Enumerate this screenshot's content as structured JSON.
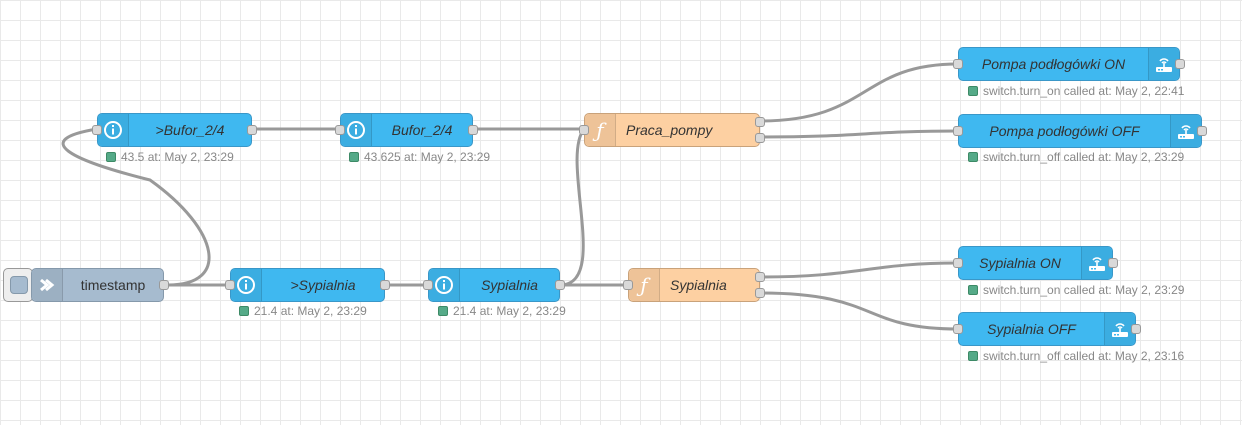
{
  "nodes": {
    "timestamp": {
      "label": "timestamp",
      "icon": "arrow-right-icon"
    },
    "bufor_gt": {
      "label": ">Bufor_2/4",
      "icon": "info-icon",
      "status": "43.5 at: May 2, 23:29"
    },
    "bufor": {
      "label": "Bufor_2/4",
      "icon": "info-icon",
      "status": "43.625 at: May 2, 23:29"
    },
    "praca_pompy": {
      "label": "Praca_pompy",
      "icon": "function-icon"
    },
    "pompa_on": {
      "label": "Pompa podłogówki ON",
      "icon": "router-icon",
      "status": "switch.turn_on called at: May 2, 22:41"
    },
    "pompa_off": {
      "label": "Pompa podłogówki OFF",
      "icon": "router-icon",
      "status": "switch.turn_off called at: May 2, 23:29"
    },
    "sypialnia_gt": {
      "label": ">Sypialnia",
      "icon": "info-icon",
      "status": "21.4 at: May 2, 23:29"
    },
    "sypialnia": {
      "label": "Sypialnia",
      "icon": "info-icon",
      "status": "21.4 at: May 2, 23:29"
    },
    "sypialnia_fn": {
      "label": "Sypialnia",
      "icon": "function-icon"
    },
    "sypialnia_on": {
      "label": "Sypialnia ON",
      "icon": "router-icon",
      "status": "switch.turn_on called at: May 2, 23:29"
    },
    "sypialnia_off": {
      "label": "Sypialnia OFF",
      "icon": "router-icon",
      "status": "switch.turn_off called at: May 2, 23:16"
    }
  },
  "colors": {
    "home_assistant_node": "#3fb8f0",
    "function_node": "#fdd0a2",
    "inject_node": "#a6bbcf",
    "status_ok": "#55aa88",
    "wire": "#999999"
  }
}
